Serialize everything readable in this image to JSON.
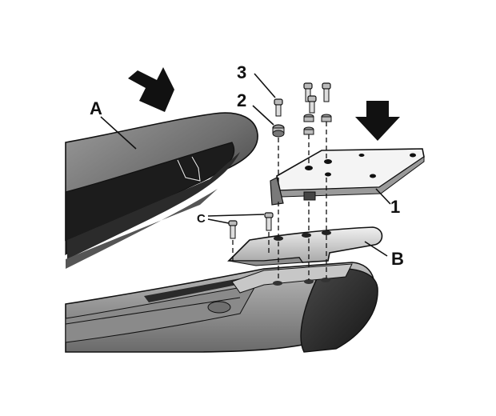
{
  "labels": {
    "part_a": "A",
    "part_b": "B",
    "part_c": "C",
    "part_1": "1",
    "part_2": "2",
    "part_3": "3"
  },
  "icons": {
    "arrow_seat": "down-arrow-icon",
    "arrow_plate": "down-arrow-icon"
  },
  "colors": {
    "background": "#ffffff",
    "outline": "#111111",
    "panel_light": "#d9d9d9",
    "panel_mid": "#9a9a9a",
    "panel_dark": "#3a3a3a"
  }
}
